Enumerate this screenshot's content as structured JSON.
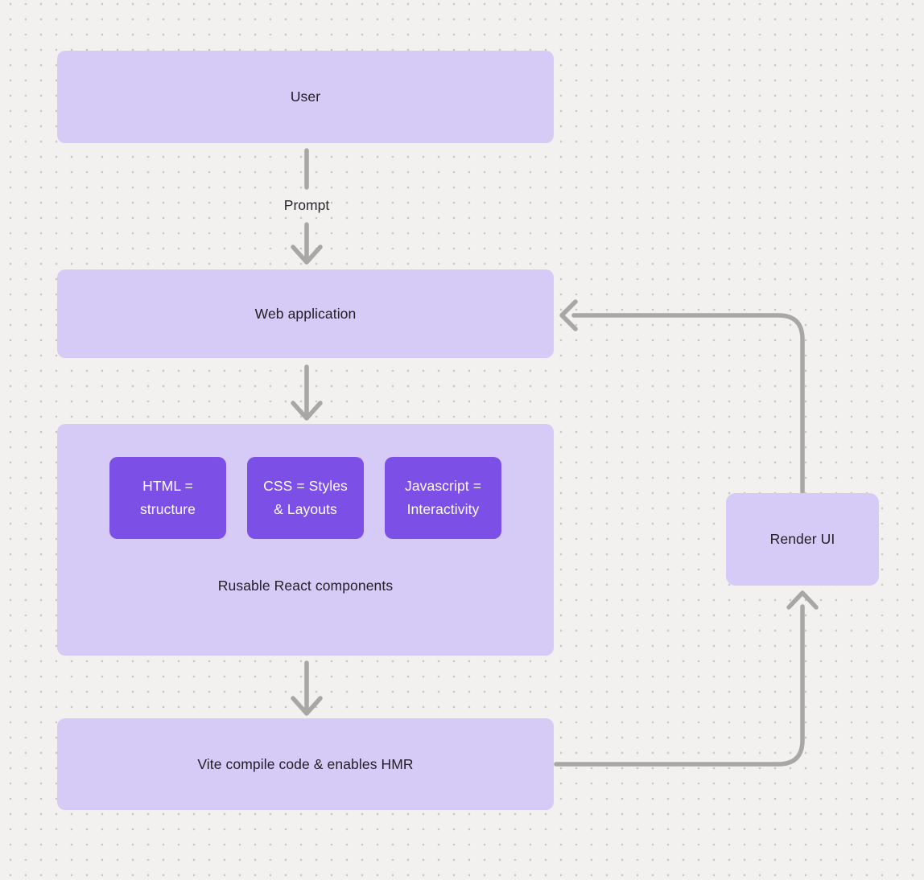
{
  "diagram": {
    "background": {
      "color": "#f2f1ef",
      "dot_color": "#c9c6c3"
    },
    "colors": {
      "node_fill": "#d6caf6",
      "chip_fill": "#7c4fe6",
      "connector": "#a9a7a5",
      "text_dark": "#222026",
      "text_light": "#ffffff"
    },
    "nodes": {
      "user": {
        "label": "User"
      },
      "web_application": {
        "label": "Web application"
      },
      "components": {
        "caption": "Rusable React components",
        "chips": [
          {
            "line1": "HTML =",
            "line2": "structure"
          },
          {
            "line1": "CSS = Styles",
            "line2": "& Layouts"
          },
          {
            "line1": "Javascript =",
            "line2": "Interactivity"
          }
        ]
      },
      "vite": {
        "label": "Vite compile code & enables HMR"
      },
      "render_ui": {
        "label": "Render UI"
      }
    },
    "edges": {
      "user_to_webapp": {
        "label": "Prompt"
      }
    }
  }
}
